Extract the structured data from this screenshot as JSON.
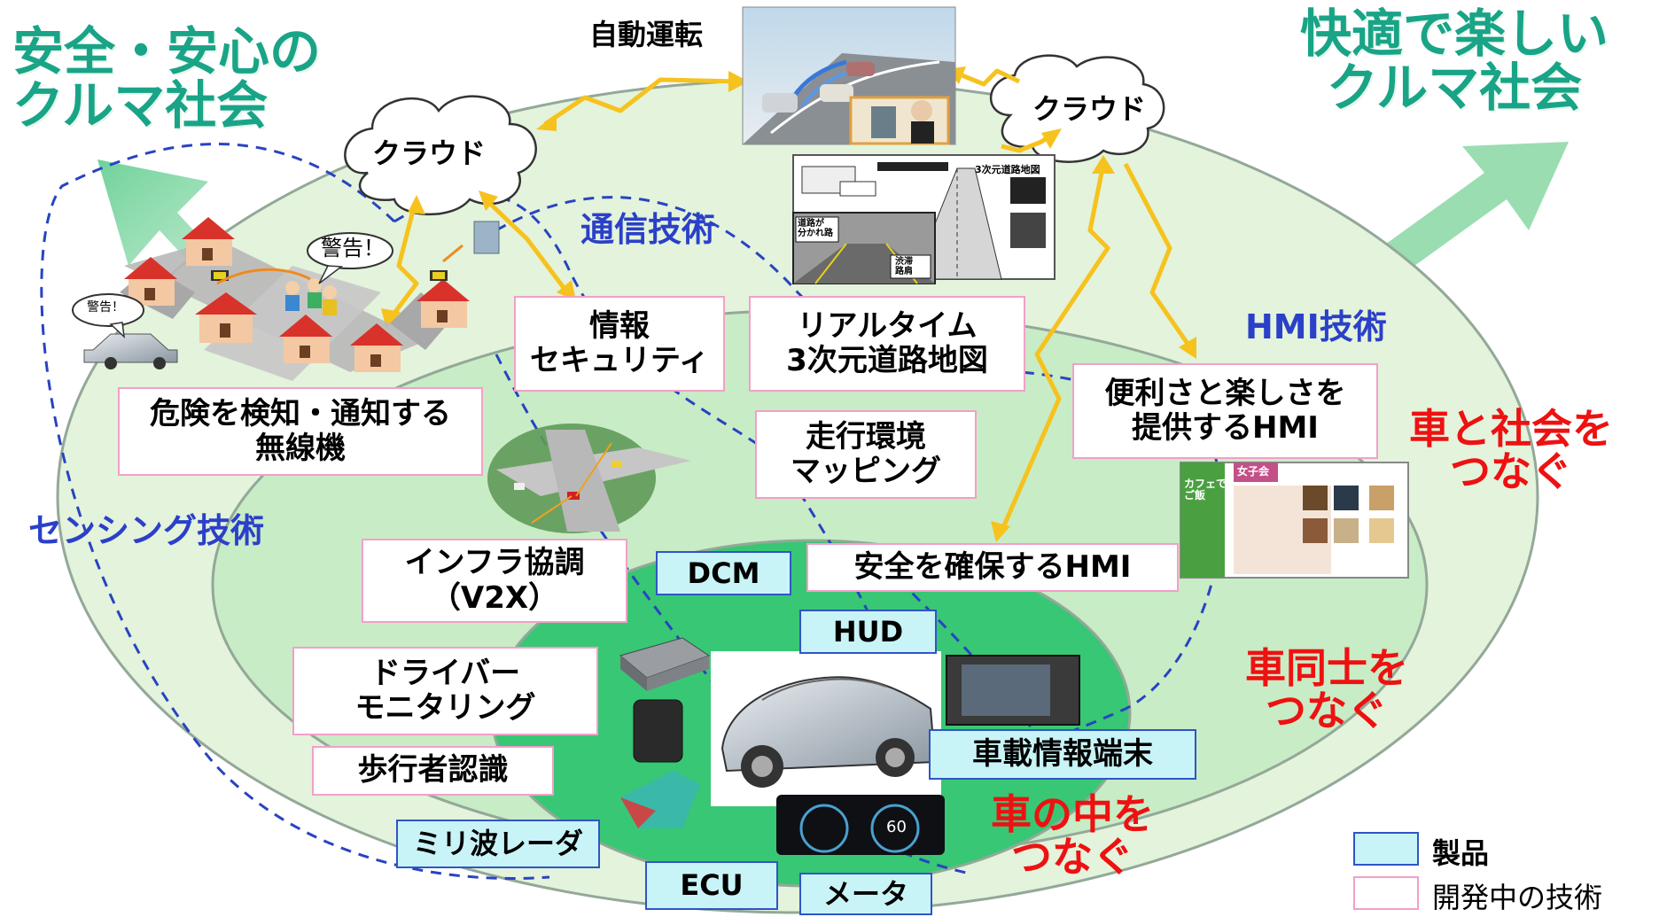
{
  "header": {
    "title_left": "安全・安心の\nクルマ社会",
    "title_right": "快適で楽しい\nクルマ社会"
  },
  "top": {
    "autonomous_label": "自動運転",
    "cloud_label": "クラウド",
    "warning_label": "警告！",
    "map_inset_labels": [
      "3次元道路地図",
      "道路が\n分かれ路",
      "渋滞\n路肩"
    ]
  },
  "technologies": {
    "communication": "通信技術",
    "hmi": "HMI技術",
    "sensing": "センシング技術"
  },
  "themes": {
    "connect_society": "車と社会を\nつなぐ",
    "connect_vehicles": "車同士を\nつなぐ",
    "connect_inside": "車の中を\nつなぐ"
  },
  "boxes": {
    "info_security": "情報\nセキュリティ",
    "realtime_map": "リアルタイム\n3次元道路地図",
    "env_mapping": "走行環境\nマッピング",
    "convenient_hmi": "便利さと楽しさを\n提供するHMI",
    "hazard_radio": "危険を検知・通知する\n無線機",
    "safety_hmi": "安全を確保するHMI",
    "infra_coop": "インフラ協調\n（V2X）",
    "driver_monitor": "ドライバー\nモニタリング",
    "pedestrian": "歩行者認識",
    "dcm": "DCM",
    "hud": "HUD",
    "in_vehicle_terminal": "車載情報端末",
    "mmwave_radar": "ミリ波レーダ",
    "ecu": "ECU",
    "meter": "メータ"
  },
  "screen_inset": {
    "tab1": "カフェで\nご飯",
    "tab2": "女子会",
    "meter_reading": "60"
  },
  "legend": {
    "product": "製品",
    "in_development": "開発中の技術"
  },
  "colors": {
    "outer_ellipse": "#e3f3dc",
    "middle_ellipse": "#c8ecc6",
    "inner_ellipse": "#38c774",
    "green_title": "#19a487",
    "blue_tech": "#2b40c8",
    "red_theme": "#ee1111",
    "product_fill": "#c9f4f7",
    "product_border": "#2f55c8",
    "dev_border": "#f2a0c8",
    "arrow_yellow": "#f6c21e",
    "dashed_line": "#2844c0"
  },
  "icons": [
    "cloud-icon",
    "house-icon",
    "car-icon",
    "children-icon",
    "antenna-icon",
    "building-icon"
  ]
}
